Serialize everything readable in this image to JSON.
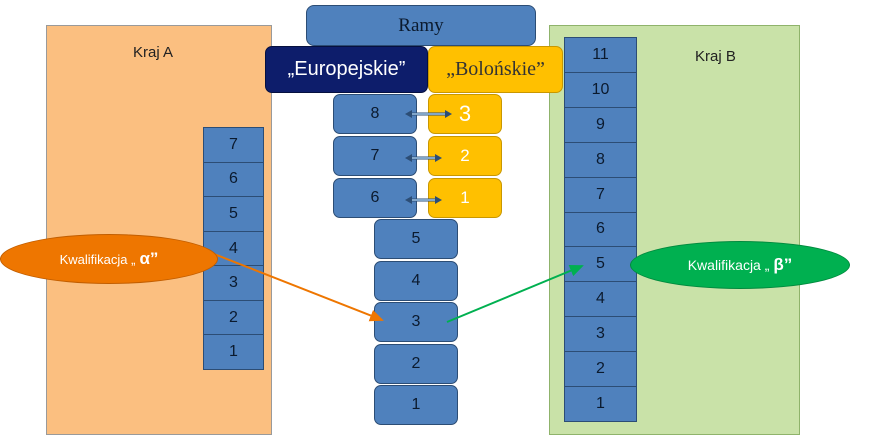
{
  "title": "Ramy",
  "headers": {
    "european": "„Europejskie”",
    "bologna": "„Bolońskie”"
  },
  "country_a": {
    "label": "Kraj A",
    "levels": [
      "7",
      "6",
      "5",
      "4",
      "3",
      "2",
      "1"
    ]
  },
  "country_b": {
    "label": "Kraj B",
    "levels": [
      "11",
      "10",
      "9",
      "8",
      "7",
      "6",
      "5",
      "4",
      "3",
      "2",
      "1"
    ]
  },
  "european_levels": [
    "8",
    "7",
    "6",
    "5",
    "4",
    "3",
    "2",
    "1"
  ],
  "bologna_levels": [
    "3",
    "2",
    "1"
  ],
  "qualification_alpha": {
    "label": "Kwalifikacja „",
    "symbol": "α”"
  },
  "qualification_beta": {
    "label": "Kwalifikacja „",
    "symbol": "β”"
  },
  "colors": {
    "country_a_bg": "#fbbf80",
    "country_b_bg": "#c9e2a8",
    "level_blue": "#4f81bd",
    "european_header": "#0d1d6b",
    "bologna_yellow": "#ffc000",
    "arrow_orange": "#ee7600",
    "arrow_green": "#00b050"
  }
}
